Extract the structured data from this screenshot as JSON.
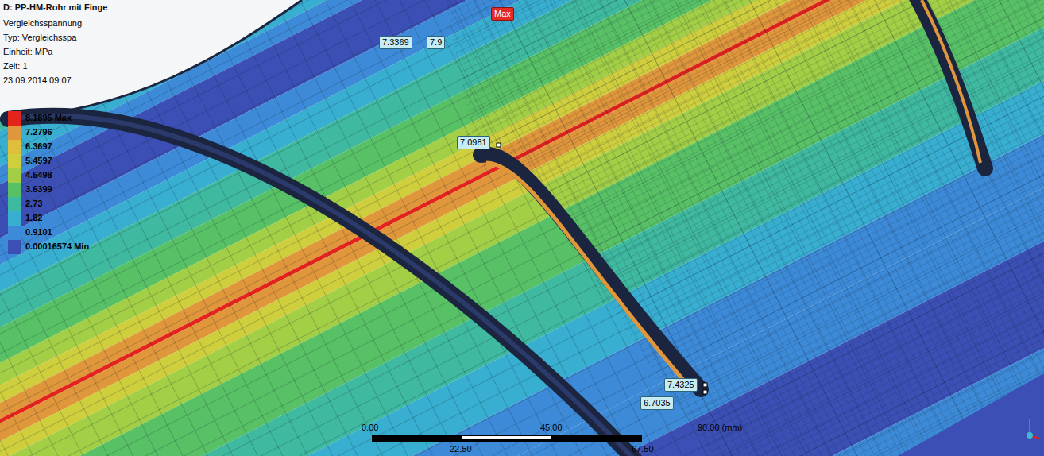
{
  "diagram": {
    "title": "D: PP-HM-Rohr mit Finge",
    "nodes": [
      {
        "text": [
          "Max"
        ]
      },
      {
        "text": [
          "7.3369"
        ]
      },
      {
        "text": [
          "7.9"
        ]
      },
      {
        "text": [
          "7.0981"
        ]
      },
      {
        "text": [
          "7.4325"
        ]
      },
      {
        "text": [
          "6.7035"
        ]
      }
    ],
    "labels": [
      "Vergleichsspannung",
      "Typ: Vergleichsspa",
      "Einheit: MPa",
      "Zeit: 1",
      "23.09.2014 09:07",
      "0.00",
      "45.00",
      "90.00 (mm)",
      "22.50",
      "67.50"
    ],
    "legend": [
      {
        "text": "8.1895 Max",
        "color": "#e3231c"
      },
      {
        "text": "7.2796",
        "color": "#e0963a"
      },
      {
        "text": "6.3697",
        "color": "#dfbe3b"
      },
      {
        "text": "5.4597",
        "color": "#cfcf3e"
      },
      {
        "text": "4.5498",
        "color": "#a2cf45"
      },
      {
        "text": "3.6399",
        "color": "#58c166"
      },
      {
        "text": "2.73",
        "color": "#3fb9a0"
      },
      {
        "text": "1.82",
        "color": "#38aed0"
      },
      {
        "text": "0.9101",
        "color": "#3d8bd8"
      },
      {
        "text": "0.00016574 Min",
        "color": "#3b4fb5"
      }
    ]
  }
}
